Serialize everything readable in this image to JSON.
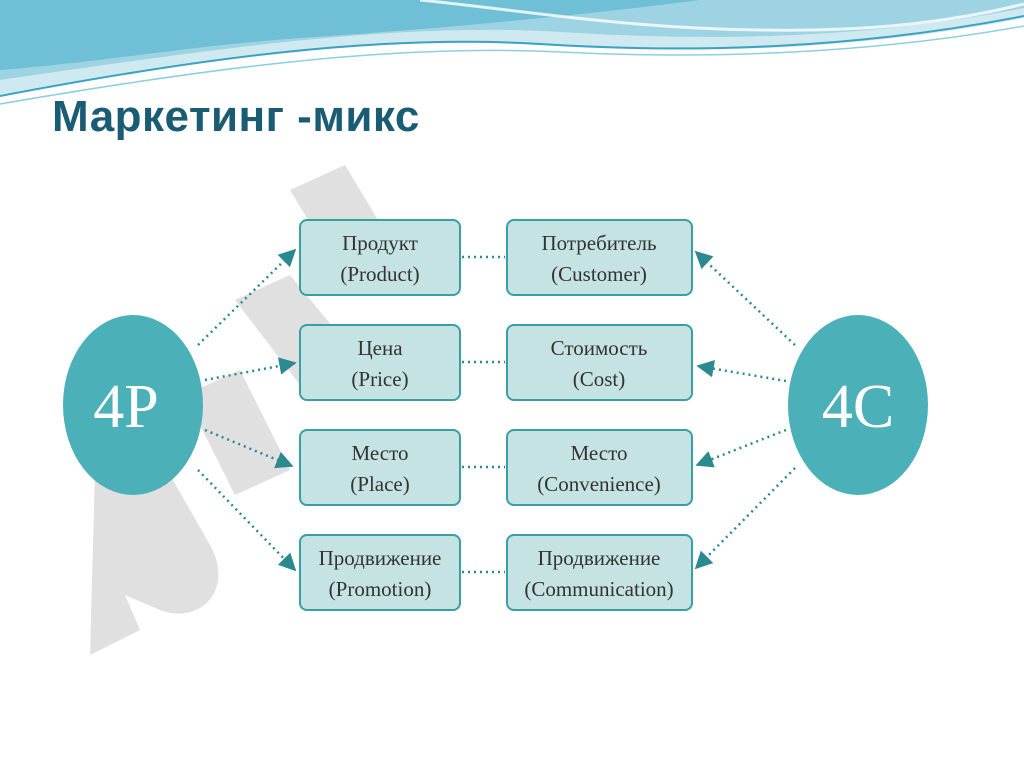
{
  "title": "Маркетинг -микс",
  "colors": {
    "title": "#1a5c73",
    "circle": "#4bb0b7",
    "box_fill": "#c5e3e3",
    "box_stroke": "#3a9ea5",
    "connector": "#2a8a90",
    "watermark": "#d6d6d6"
  },
  "left_circle": {
    "label": "4P"
  },
  "right_circle": {
    "label": "4C"
  },
  "rows": [
    {
      "left": {
        "line1": "Продукт",
        "line2": "(Product)"
      },
      "right": {
        "line1": "Потребитель",
        "line2": "(Customer)"
      }
    },
    {
      "left": {
        "line1": "Цена",
        "line2": "(Price)"
      },
      "right": {
        "line1": "Стоимость",
        "line2": "(Cost)"
      }
    },
    {
      "left": {
        "line1": "Место",
        "line2": "(Place)"
      },
      "right": {
        "line1": "Место",
        "line2": "(Convenience)"
      }
    },
    {
      "left": {
        "line1": "Продвижение",
        "line2": "(Promotion)"
      },
      "right": {
        "line1": "Продвижение",
        "line2": "(Communication)"
      }
    }
  ]
}
